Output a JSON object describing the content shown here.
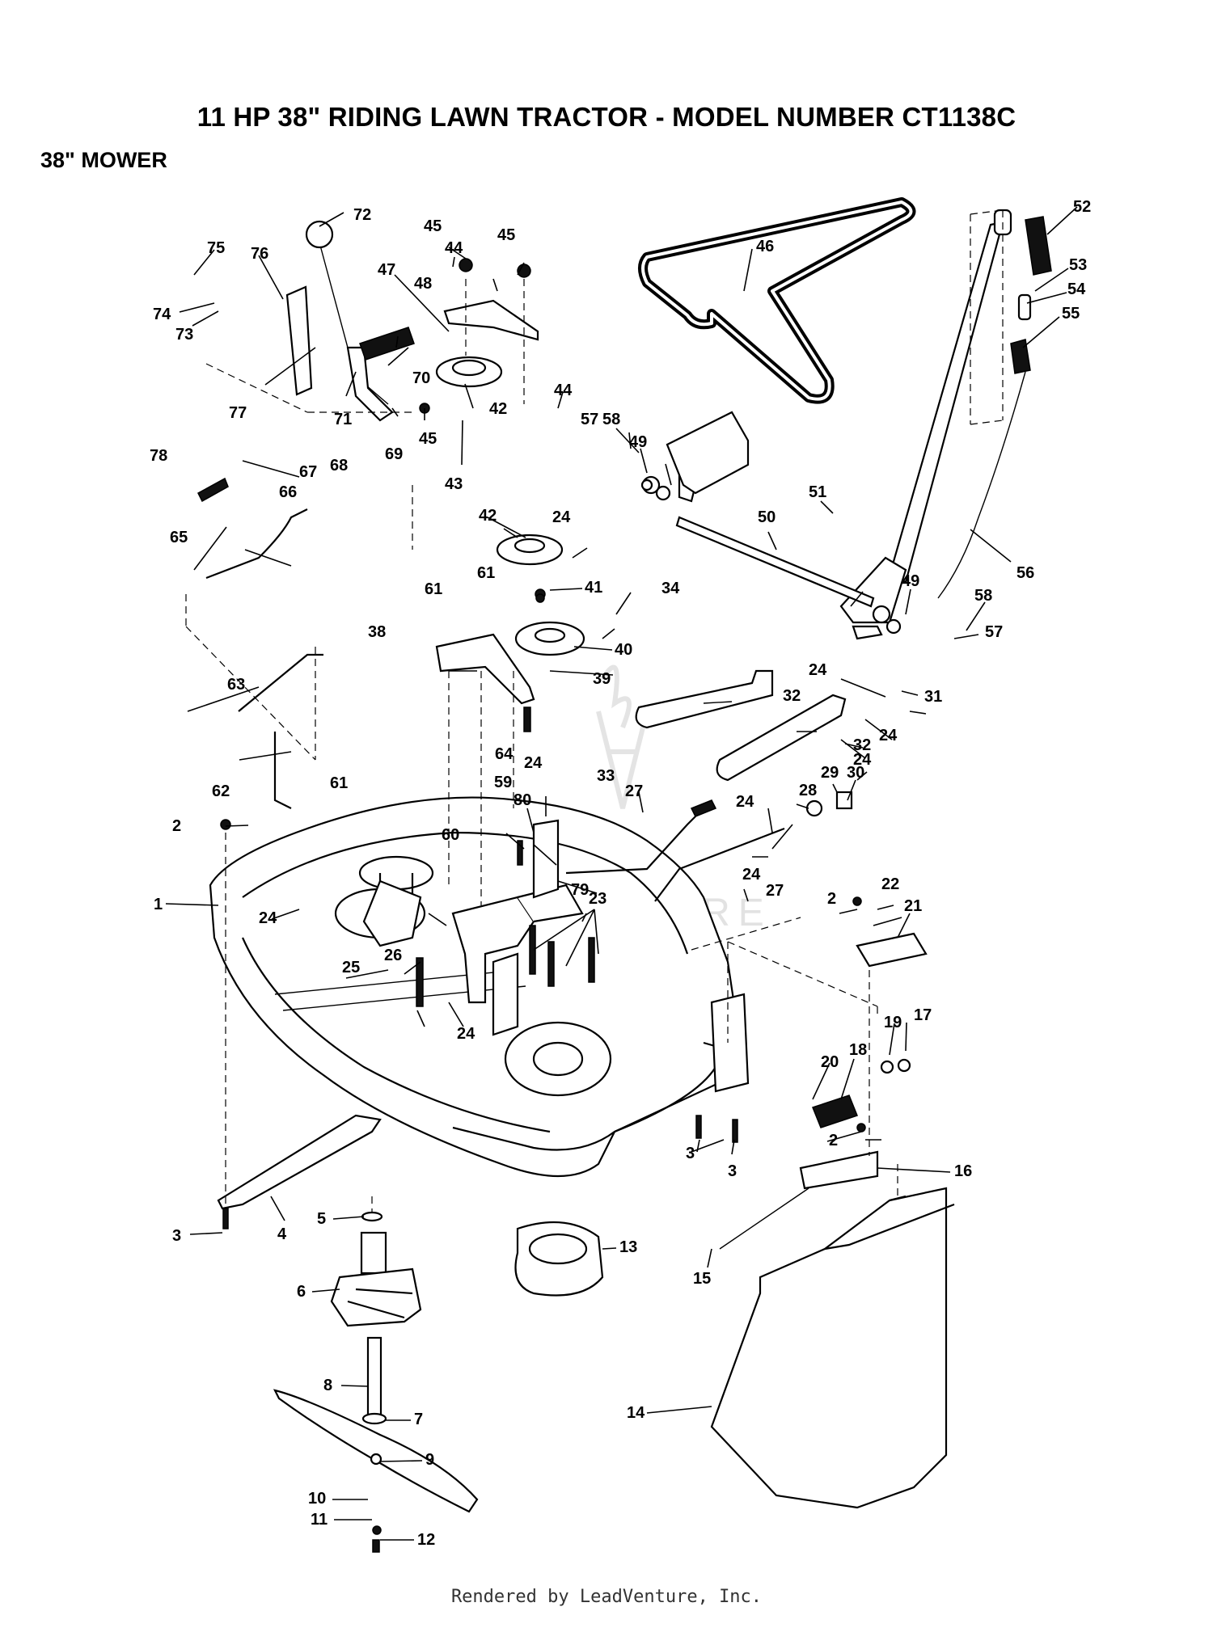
{
  "header": {
    "title": "11 HP 38\" RIDING LAWN TRACTOR - MODEL NUMBER CT1138C",
    "subtitle": "38\" MOWER"
  },
  "footer": {
    "credit": "Rendered by LeadVenture, Inc."
  },
  "callouts": [
    "1",
    "2",
    "3",
    "4",
    "5",
    "6",
    "7",
    "8",
    "9",
    "10",
    "11",
    "12",
    "13",
    "14",
    "15",
    "16",
    "17",
    "18",
    "19",
    "20",
    "21",
    "22",
    "23",
    "24",
    "25",
    "26",
    "27",
    "28",
    "29",
    "30",
    "31",
    "32",
    "33",
    "34",
    "38",
    "39",
    "40",
    "41",
    "42",
    "43",
    "44",
    "45",
    "46",
    "47",
    "48",
    "49",
    "50",
    "51",
    "52",
    "53",
    "54",
    "55",
    "56",
    "57",
    "58",
    "59",
    "60",
    "61",
    "62",
    "63",
    "64",
    "65",
    "66",
    "67",
    "68",
    "69",
    "70",
    "71",
    "72",
    "73",
    "74",
    "75",
    "76",
    "77",
    "78",
    "79",
    "80"
  ]
}
